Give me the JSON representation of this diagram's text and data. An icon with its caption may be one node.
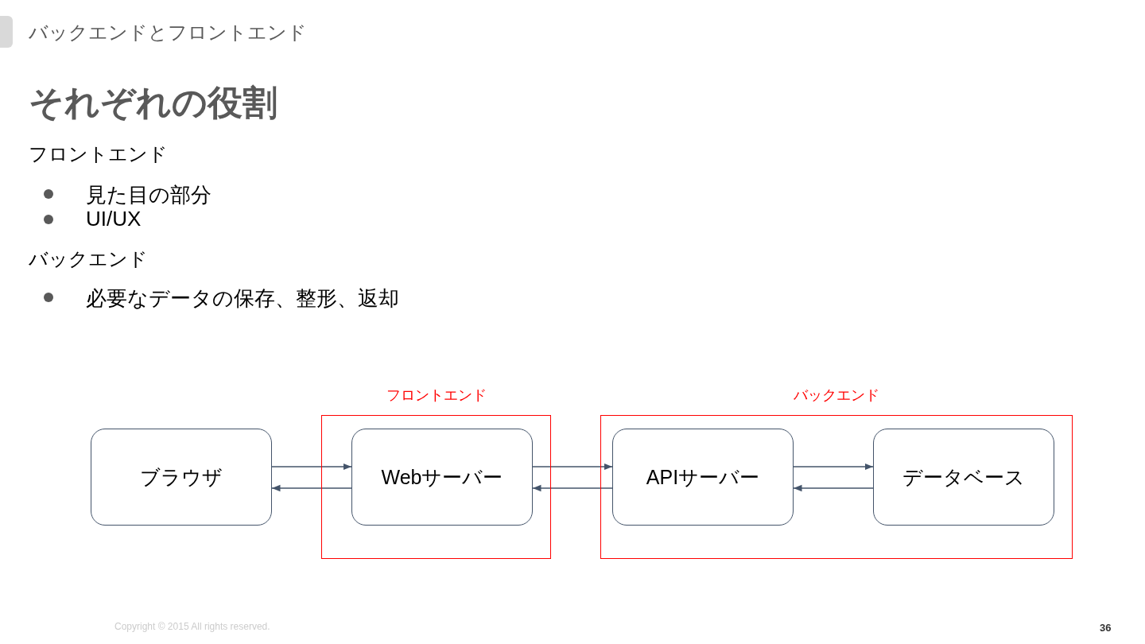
{
  "diagram": {
    "title": "それぞれの役割",
    "nodes": [
      {
        "text": [
          "フロントエンド"
        ]
      },
      {
        "text": [
          "バックエンド"
        ]
      },
      {
        "text": [
          "ブラウザ"
        ]
      },
      {
        "text": [
          "Webサーバー"
        ],
        "in": 0
      },
      {
        "text": [
          "APIサーバー"
        ],
        "in": 1
      },
      {
        "text": [
          "データベース"
        ],
        "in": 1
      }
    ],
    "edges": [
      {
        "from": 2,
        "to": 3,
        "arrow": "to"
      },
      {
        "from": 3,
        "to": 2,
        "arrow": "to"
      },
      {
        "from": 3,
        "to": 4,
        "arrow": "to"
      },
      {
        "from": 4,
        "to": 3,
        "arrow": "to"
      },
      {
        "from": 4,
        "to": 5,
        "arrow": "to"
      },
      {
        "from": 5,
        "to": 4,
        "arrow": "to"
      }
    ],
    "labels": [
      "バックエンドとフロントエンド",
      "フロントエンド",
      "見た目の部分",
      "UI/UX",
      "バックエンド",
      "必要なデータの保存、整形、返却",
      "Copyright © 2015 All rights reserved.",
      "36"
    ]
  }
}
